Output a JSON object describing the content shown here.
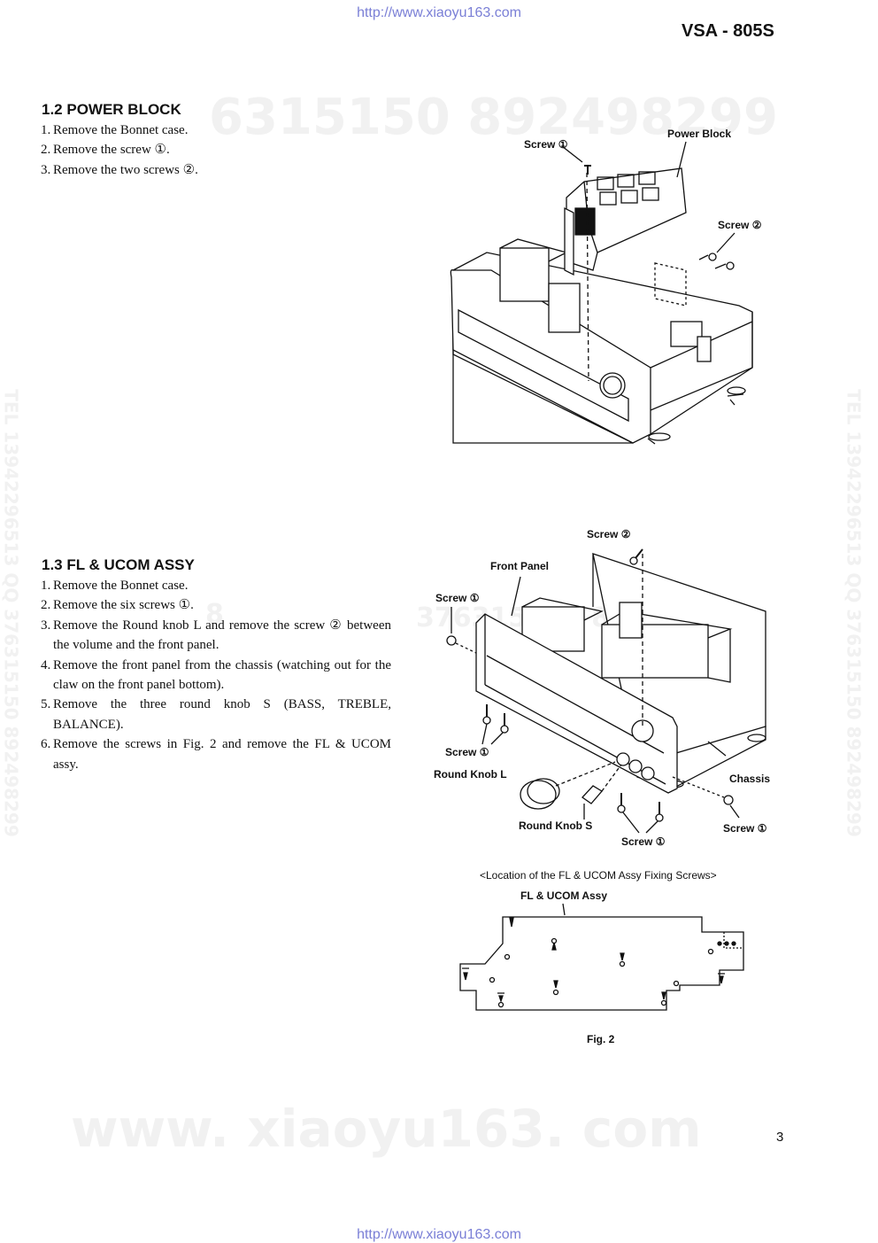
{
  "header": {
    "url_top": "http://www.xiaoyu163.com",
    "model": "VSA - 805S"
  },
  "watermarks": {
    "top": "6315150   892498299",
    "middle": "376315150   892498299",
    "middle_left": "8",
    "bottom": "www. xiaoyu163. com",
    "left_vertical": "TEL 13942296513  QQ 376315150  892498299",
    "right_vertical": "TEL 13942296513  QQ 376315150  892498299"
  },
  "section_power": {
    "title": "1.2 POWER BLOCK",
    "steps": [
      {
        "num": "1.",
        "text": "Remove the Bonnet case."
      },
      {
        "num": "2.",
        "text": "Remove the screw ①."
      },
      {
        "num": "3.",
        "text": "Remove the two screws ②."
      }
    ],
    "diagram_labels": {
      "screw1": "Screw ①",
      "power_block": "Power Block",
      "screw2": "Screw ②"
    }
  },
  "section_fl": {
    "title": "1.3 FL & UCOM ASSY",
    "steps": [
      {
        "num": "1.",
        "text": "Remove the Bonnet case."
      },
      {
        "num": "2.",
        "text": "Remove the six screws ①."
      },
      {
        "num": "3.",
        "text": "Remove the Round knob L and remove the screw ② between the volume and the front panel."
      },
      {
        "num": "4.",
        "text": "Remove the front panel from the chassis (watching out for the claw on the front panel bottom)."
      },
      {
        "num": "5.",
        "text": "Remove the three round knob S (BASS, TREBLE, BALANCE)."
      },
      {
        "num": "6.",
        "text": "Remove the screws in Fig. 2 and remove the FL & UCOM assy."
      }
    ],
    "diagram_labels": {
      "screw2": "Screw ②",
      "front_panel": "Front Panel",
      "screw1_left": "Screw ①",
      "screw1_mid": "Screw ①",
      "round_knob_l": "Round Knob L",
      "chassis": "Chassis",
      "round_knob_s": "Round Knob S",
      "screw1_bottom": "Screw ①",
      "screw1_right": "Screw ①"
    },
    "location_caption": "<Location of the FL & UCOM Assy Fixing Screws>",
    "assy_label": "FL & UCOM Assy",
    "figure_caption": "Fig. 2"
  },
  "footer": {
    "page_number": "3",
    "url_bottom": "http://www.xiaoyu163.com"
  }
}
